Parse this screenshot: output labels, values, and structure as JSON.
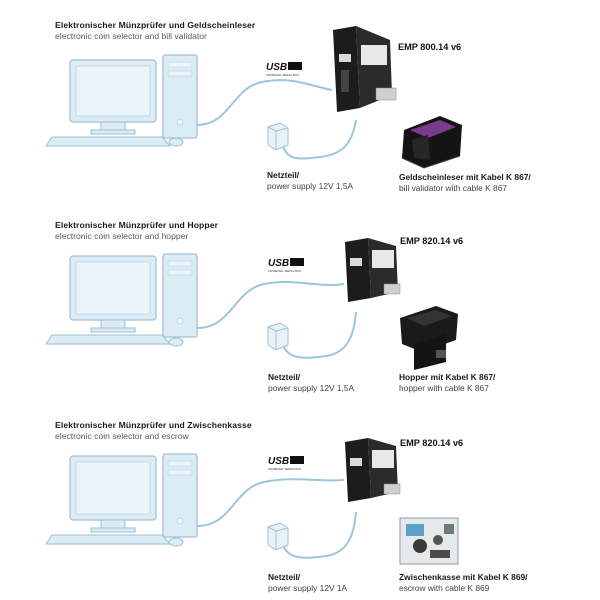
{
  "panels": [
    {
      "title_de": "Elektronischer Münzprüfer und Geldscheinleser",
      "title_en": "electronic coin selector and bill validator",
      "model": "EMP 800.14 v6",
      "usb_text": "USB",
      "usb_subtext": "UNIVERSAL SERIAL BUS",
      "power_de": "Netzteil/",
      "power_en": "power supply 12V 1,5A",
      "device_de": "Geldscheinleser mit Kabel K 867/",
      "device_en": "bill validator with cable K 867"
    },
    {
      "title_de": "Elektronischer Münzprüfer und Hopper",
      "title_en": "electronic coin selector and hopper",
      "model": "EMP 820.14 v6",
      "usb_text": "USB",
      "usb_subtext": "UNIVERSAL SERIAL BUS",
      "power_de": "Netzteil/",
      "power_en": "power supply 12V 1,5A",
      "device_de": "Hopper mit Kabel K 867/",
      "device_en": "hopper with cable K 867"
    },
    {
      "title_de": "Elektronischer Münzprüfer und Zwischenkasse",
      "title_en": "electronic coin selector and escrow",
      "model": "EMP 820.14 v6",
      "usb_text": "USB",
      "usb_subtext": "UNIVERSAL SERIAL BUS",
      "power_de": "Netzteil/",
      "power_en": "power supply 12V 1A",
      "device_de": "Zwischenkasse mit Kabel K 869/",
      "device_en": "escrow with cable K 869"
    }
  ],
  "colors": {
    "computer_fill": "#dcecf5",
    "computer_stroke": "#9fbfd3",
    "cable": "#9cc6dc",
    "device_dark": "#1c1c1c",
    "accent_purple": "#7a3b8f"
  }
}
